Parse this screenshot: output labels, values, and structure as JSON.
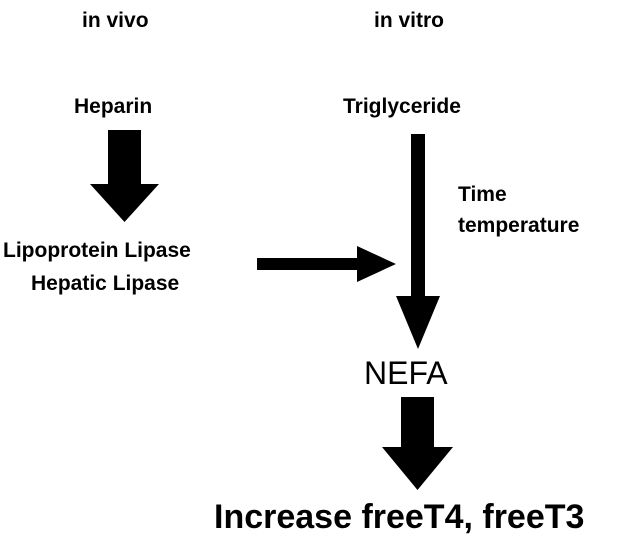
{
  "headers": {
    "in_vivo": "in vivo",
    "in_vitro": "in vitro"
  },
  "nodes": {
    "heparin": "Heparin",
    "triglyceride": "Triglyceride",
    "time": "Time",
    "temperature": "temperature",
    "lipoprotein_lipase": "Lipoprotein Lipase",
    "hepatic_lipase": "Hepatic Lipase",
    "nefa": "NEFA",
    "result": "Increase freeT4, freeT3"
  },
  "colors": {
    "text": "#000000",
    "arrow": "#000000",
    "background": "#ffffff"
  }
}
